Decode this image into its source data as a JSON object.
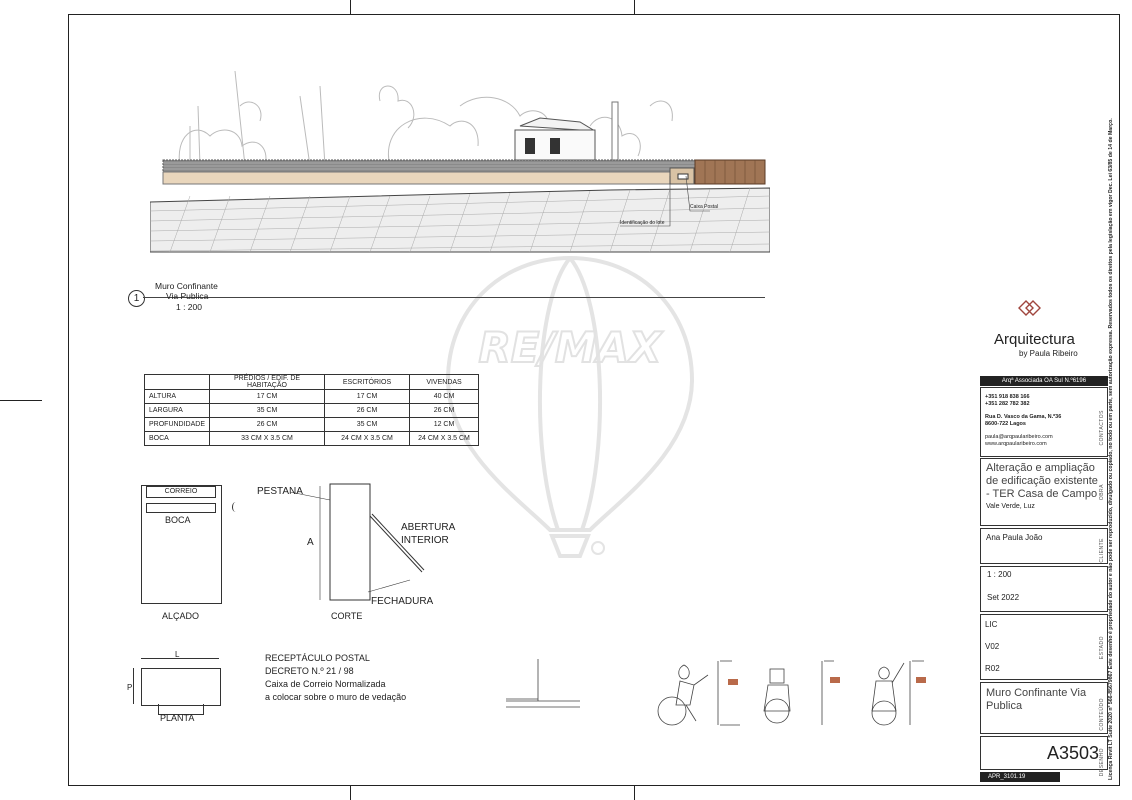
{
  "elevation": {
    "number": "1",
    "title_line1": "Muro Confinante",
    "title_line2": "Via Publica",
    "scale": "1 : 200",
    "label_mailbox": "Caixa Postal",
    "label_plot_id": "Identificação do lote"
  },
  "spec_table": {
    "headers": [
      "",
      "PRÉDIOS / EDIF. DE HABITAÇÃO",
      "ESCRITÓRIOS",
      "VIVENDAS"
    ],
    "rows": [
      [
        "ALTURA",
        "17 CM",
        "17 CM",
        "40 CM"
      ],
      [
        "LARGURA",
        "35 CM",
        "26 CM",
        "26 CM"
      ],
      [
        "PROFUNDIDADE",
        "26 CM",
        "35 CM",
        "12 CM"
      ],
      [
        "BOCA",
        "33 CM X 3.5 CM",
        "24 CM X 3.5 CM",
        "24 CM X 3.5 CM"
      ]
    ]
  },
  "details": {
    "correio": "CORREIO",
    "boca": "BOCA",
    "alcado": "ALÇADO",
    "pestana": "PESTANA",
    "a": "A",
    "abertura_1": "ABERTURA",
    "abertura_2": "INTERIOR",
    "fechadura": "FECHADURA",
    "corte": "CORTE",
    "l": "L",
    "p": "P",
    "planta": "PLANTA"
  },
  "note": {
    "line1": "RECEPTÁCULO POSTAL",
    "line2": "DECRETO N.º 21 / 98",
    "line3": "Caixa de Correio Normalizada",
    "line4": "a colocar sobre o muro de vedação"
  },
  "watermark": "RE/MAX",
  "title_block": {
    "brand_name": "Arquitectura",
    "brand_sub": "by Paula Ribeiro",
    "architect": "Arqª Associada OA Sul N.º6196",
    "phone1": "+351 918 838 166",
    "phone2": "+351 282 782 382",
    "addr1": "Rua D. Vasco da Gama, N.º36",
    "addr2": "8600-722 Lagos",
    "email": "paula@arqpaularibeiro.com",
    "web": "www.arqpaularibeiro.com",
    "lbl_contacts": "CONTACTOS",
    "project": "Alteração e ampliação de edificação existente - TER Casa de Campo",
    "location": "Vale Verde, Luz",
    "lbl_obra": "OBRA",
    "client": "Ana Paula João",
    "lbl_client": "CLIENTE",
    "scale": "1 : 200",
    "date": "Set 2022",
    "phase": "LIC",
    "version": "V02",
    "revision": "R02",
    "lbl_state": "ESTADO",
    "drawing_title": "Muro Confinante Via Publica",
    "lbl_content": "CONTEÚDO",
    "sheet_number": "A3503",
    "lbl_drawing": "DESENHO",
    "file_code": "APR_3101.19",
    "legal": "Licença Revit LT Suite 2020 nº 566-85679867 Este desenho é propriedade do autor e não pode ser reproduzido, divulgado ou copiado, no todo ou em parte, sem autorização expressa. Reservados todos os direitos pela legislação em vigor Dec. Lei 63/85 de 14 de Março."
  }
}
